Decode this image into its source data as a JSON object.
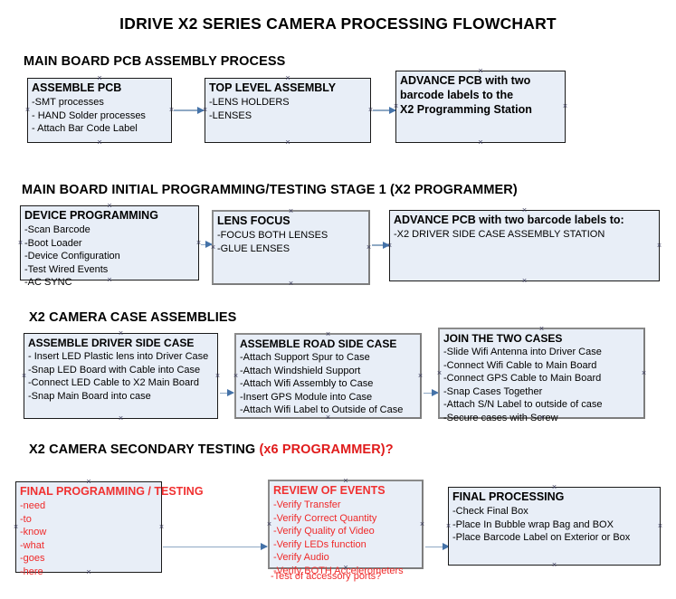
{
  "document": {
    "title": "IDRIVE X2  SERIES CAMERA PROCESSING FLOWCHART"
  },
  "colors": {
    "box_fill": "#e8eef7",
    "box_border": "#1a1a1a",
    "box_border_gray": "#8a8a8a",
    "connector": "#8fa9c4",
    "arrowhead": "#4472a8",
    "accent_red": "#ef2929",
    "text": "#000000"
  },
  "sections": [
    {
      "header": "MAIN BOARD PCB ASSEMBLY PROCESS",
      "header_accent": "",
      "boxes": [
        {
          "heading": "ASSEMBLE PCB",
          "items": [
            "-SMT processes",
            "- HAND Solder processes",
            "- Attach Bar Code Label"
          ]
        },
        {
          "heading": "TOP LEVEL ASSEMBLY",
          "items": [
            "-LENS HOLDERS",
            "-LENSES"
          ]
        },
        {
          "heading": "ADVANCE PCB with two",
          "items": [
            "barcode labels to the",
            " X2 Programming Station"
          ]
        }
      ]
    },
    {
      "header": "MAIN BOARD INITIAL PROGRAMMING/TESTING STAGE 1 (X2 PROGRAMMER)",
      "header_accent": "",
      "boxes": [
        {
          "heading": "DEVICE PROGRAMMING",
          "items": [
            "-Scan Barcode",
            "-Boot Loader",
            "-Device Configuration",
            "-Test Wired Events",
            "-AC SYNC"
          ]
        },
        {
          "heading": "LENS FOCUS",
          "items": [
            "-FOCUS BOTH LENSES",
            "-GLUE LENSES"
          ]
        },
        {
          "heading": "ADVANCE PCB with two barcode labels to:",
          "items": [
            "-X2 DRIVER  SIDE  CASE  ASSEMBLY STATION"
          ]
        }
      ]
    },
    {
      "header": "X2 CAMERA CASE ASSEMBLIES",
      "header_accent": "",
      "boxes": [
        {
          "heading": "ASSEMBLE DRIVER SIDE CASE",
          "items": [
            "- Insert LED Plastic lens into Driver Case",
            "-Snap LED Board with Cable into Case",
            "-Connect LED Cable to X2 Main Board",
            "-Snap Main Board into case"
          ]
        },
        {
          "heading": "ASSEMBLE ROAD SIDE CASE",
          "items": [
            "-Attach Support Spur to Case",
            "-Attach Windshield Support",
            "-Attach Wifi Assembly to Case",
            "-Insert GPS Module into Case",
            "-Attach Wifi Label to Outside of Case"
          ]
        },
        {
          "heading": "JOIN THE TWO CASES",
          "items": [
            "-Slide Wifi Antenna into Driver Case",
            "-Connect Wifi Cable to Main Board",
            "-Connect GPS Cable to Main Board",
            "-Snap Cases Together",
            "-Attach S/N Label to outside of case",
            "-Secure cases with Screw"
          ]
        }
      ]
    },
    {
      "header": "X2 CAMERA SECONDARY TESTING ",
      "header_accent": "(x6 PROGRAMMER)?",
      "boxes": [
        {
          "heading": "FINAL PROGRAMMING / TESTING",
          "items": [
            "-need",
            "-to",
            "-know",
            "-what",
            "-goes",
            "-here"
          ]
        },
        {
          "heading": "REVIEW OF EVENTS",
          "items": [
            "-Verify Transfer",
            "-Verify Correct Quantity",
            "-Verify Quality of Video",
            "-Verify LEDs function",
            "-Verify Audio",
            "-Verify BOTH Accelerometers"
          ],
          "overflow_item": "-Test of accessory ports?"
        },
        {
          "heading": "FINAL PROCESSING",
          "items": [
            " -Check Final Box",
            "-Place In Bubble wrap Bag and BOX",
            "-Place Barcode Label on Exterior or Box"
          ]
        }
      ]
    }
  ]
}
